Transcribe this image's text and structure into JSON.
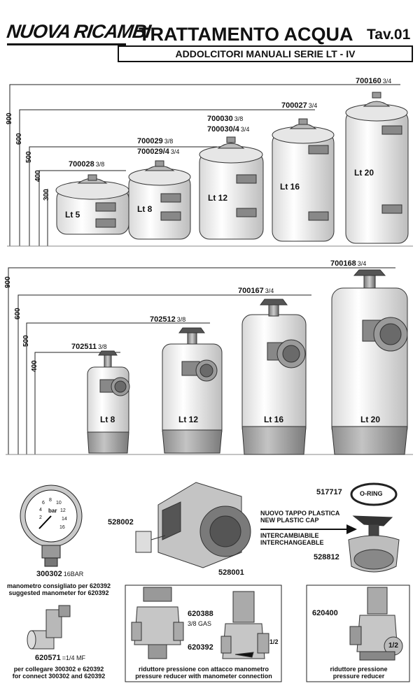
{
  "header": {
    "brand": "NUOVA RICAMBI",
    "title": "TRATTAMENTO ACQUA",
    "sheet": "Tav.01",
    "subtitle": "ADDOLCITORI MANUALI SERIE LT - IV"
  },
  "section1": {
    "heights": [
      "900",
      "600",
      "500",
      "400",
      "300"
    ],
    "tanks": [
      {
        "label": "Lt 5",
        "code": "700028",
        "size": "3/8"
      },
      {
        "label": "Lt 8",
        "code": "700029",
        "size": "3/8",
        "code2": "700029/4",
        "size2": "3/4"
      },
      {
        "label": "Lt 12",
        "code": "700030",
        "size": "3/8",
        "code2": "700030/4",
        "size2": "3/4"
      },
      {
        "label": "Lt 16",
        "code": "700027",
        "size": "3/4"
      },
      {
        "label": "Lt 20",
        "code": "700160",
        "size": "3/4"
      }
    ]
  },
  "section2": {
    "heights": [
      "900",
      "600",
      "500",
      "400"
    ],
    "tanks": [
      {
        "label": "Lt 8",
        "code": "702511",
        "size": "3/8"
      },
      {
        "label": "Lt 12",
        "code": "702512",
        "size": "3/8"
      },
      {
        "label": "Lt 16",
        "code": "700167",
        "size": "3/4"
      },
      {
        "label": "Lt 20",
        "code": "700168",
        "size": "3/4"
      }
    ]
  },
  "parts": {
    "gauge_code": "300302",
    "gauge_spec": "16BAR",
    "gauge_unit": "bar",
    "gauge_ticks": [
      "2",
      "4",
      "6",
      "8",
      "10",
      "12",
      "14",
      "16"
    ],
    "gauge_caption_it": "manometro consigliato per 620392",
    "gauge_caption_en": "suggested manometer for 620392",
    "fitting_code": "620571",
    "fitting_spec": "=1/4 MF",
    "fitting_caption_it": "per collegare 300302 e 620392",
    "fitting_caption_en": "for connect 300302 and 620392",
    "valve_code": "528001",
    "connector_code": "528002",
    "oring_code": "517717",
    "oring_label": "O-RING",
    "cap_code": "528812",
    "new_cap_it": "NUOVO TAPPO PLASTICA",
    "new_cap_en": "NEW PLASTIC CAP",
    "interchange_it": "INTERCAMBIABILE",
    "interchange_en": "INTERCHANGEABLE",
    "reducer1_code": "620388",
    "reducer1_spec": "3/8 GAS",
    "reducer2_code": "620392",
    "reducer2_size": "1/2",
    "reducer_gauge_caption_it": "riduttore pressione con attacco manometro",
    "reducer_gauge_caption_en": "pressure reducer with manometer connection",
    "reducer3_code": "620400",
    "reducer3_size": "1/2",
    "reducer3_caption_it": "riduttore pressione",
    "reducer3_caption_en": "pressure reducer"
  }
}
